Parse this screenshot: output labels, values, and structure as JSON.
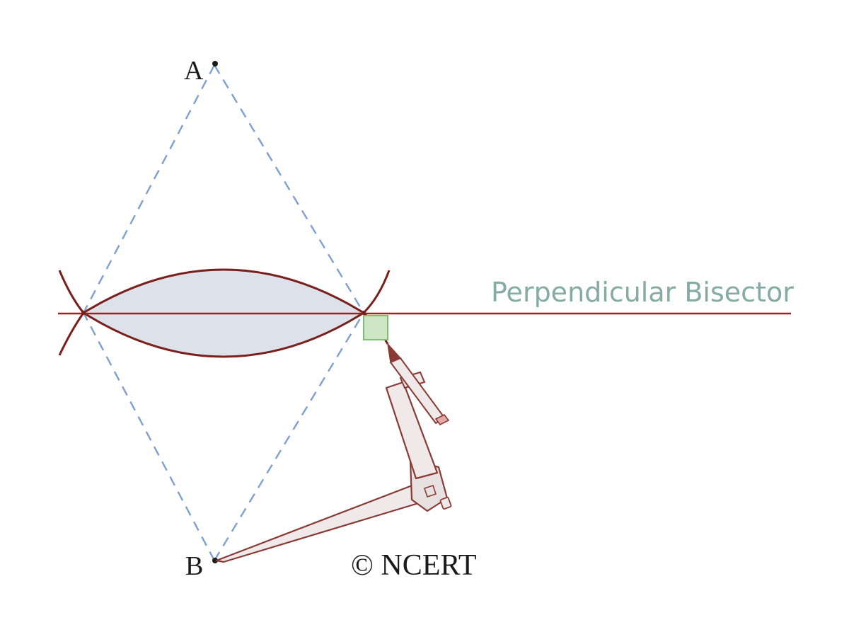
{
  "labels": {
    "point_a": "A",
    "point_b": "B",
    "bisector": "Perpendicular Bisector",
    "copyright": "© NCERT"
  },
  "colors": {
    "construction_line": "#7f9fd0",
    "arc": "#7a1f1c",
    "bisector_line": "#8e2a26",
    "lens_fill": "#dde1ea",
    "right_angle_fill": "#cfe6c6",
    "right_angle_stroke": "#7fbf72",
    "compass_body": "#efe9e9",
    "compass_outline": "#8a3a34"
  },
  "icons": {
    "drawing_tool": "compass-icon"
  }
}
